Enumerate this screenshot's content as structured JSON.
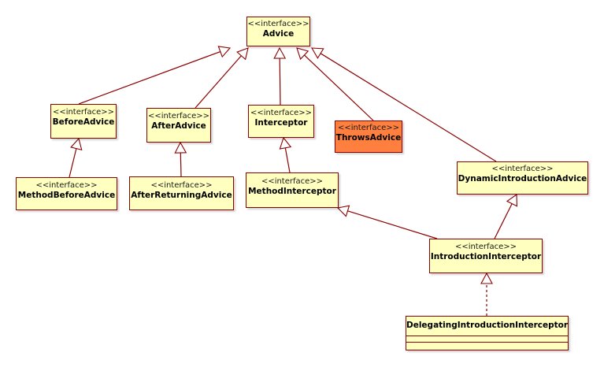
{
  "diagram": {
    "stereotype": "<<interface>>",
    "colors": {
      "box_fill": "#ffffc0",
      "box_border": "#8b0000",
      "highlight_fill": "#ff7f3f",
      "line": "#8b0000"
    },
    "classes": {
      "advice": {
        "name": "Advice",
        "stereotype": "<<interface>>"
      },
      "before_advice": {
        "name": "BeforeAdvice",
        "stereotype": "<<interface>>"
      },
      "after_advice": {
        "name": "AfterAdvice",
        "stereotype": "<<interface>>"
      },
      "interceptor": {
        "name": "Interceptor",
        "stereotype": "<<interface>>"
      },
      "throws_advice": {
        "name": "ThrowsAdvice",
        "stereotype": "<<interface>>"
      },
      "dynamic_introduction_advice": {
        "name": "DynamicIntroductionAdvice",
        "stereotype": "<<interface>>"
      },
      "method_before_advice": {
        "name": "MethodBeforeAdvice",
        "stereotype": "<<interface>>"
      },
      "after_returning_advice": {
        "name": "AfterReturningAdvice",
        "stereotype": "<<interface>>"
      },
      "method_interceptor": {
        "name": "MethodInterceptor",
        "stereotype": "<<interface>>"
      },
      "introduction_interceptor": {
        "name": "IntroductionInterceptor",
        "stereotype": "<<interface>>"
      },
      "delegating_introduction_interceptor": {
        "name": "DelegatingIntroductionInterceptor"
      }
    },
    "relations": [
      {
        "from": "before_advice",
        "to": "advice",
        "kind": "generalization"
      },
      {
        "from": "after_advice",
        "to": "advice",
        "kind": "generalization"
      },
      {
        "from": "interceptor",
        "to": "advice",
        "kind": "generalization"
      },
      {
        "from": "throws_advice",
        "to": "advice",
        "kind": "generalization"
      },
      {
        "from": "dynamic_introduction_advice",
        "to": "advice",
        "kind": "generalization"
      },
      {
        "from": "method_before_advice",
        "to": "before_advice",
        "kind": "generalization"
      },
      {
        "from": "after_returning_advice",
        "to": "after_advice",
        "kind": "generalization"
      },
      {
        "from": "method_interceptor",
        "to": "interceptor",
        "kind": "generalization"
      },
      {
        "from": "introduction_interceptor",
        "to": "method_interceptor",
        "kind": "generalization"
      },
      {
        "from": "introduction_interceptor",
        "to": "dynamic_introduction_advice",
        "kind": "generalization"
      },
      {
        "from": "delegating_introduction_interceptor",
        "to": "introduction_interceptor",
        "kind": "realization"
      }
    ]
  }
}
